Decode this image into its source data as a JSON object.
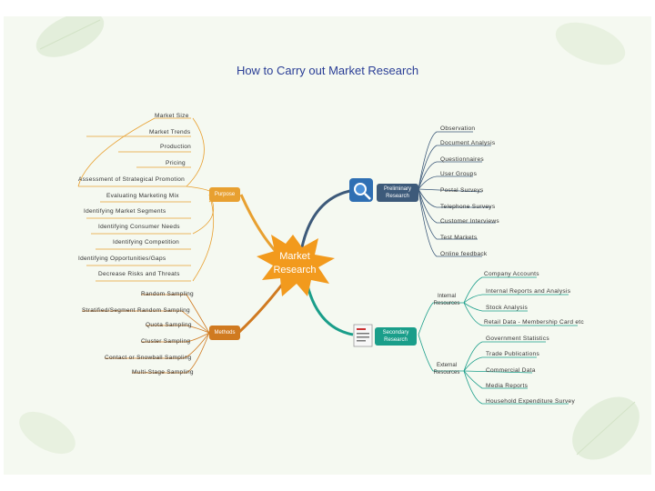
{
  "title": "How to Carry out Market Research",
  "center": "Market Research",
  "branches": {
    "purpose": {
      "label": "Purpose",
      "items": [
        "Market Size",
        "Market Trends",
        "Production",
        "Pricing",
        "Assessment of Strategical Promotion",
        "Evaluating Marketing Mix",
        "Identifying Market Segments",
        "Identifying Consumer Needs",
        "Identifying Competition",
        "Identifying Opportunities/Gaps",
        "Decrease Risks and Threats"
      ]
    },
    "methods": {
      "label": "Methods",
      "items": [
        "Random Sampling",
        "Stratified/Segment Random Sampling",
        "Quota Sampling",
        "Cluster Sampling",
        "Contact or Snowball Sampling",
        "Multi-Stage Sampling"
      ]
    },
    "primary": {
      "label": "Preliminary Research",
      "items": [
        "Observation",
        "Document Analysis",
        "Questionnaires",
        "User Groups",
        "Postal Surveys",
        "Telephone Surveys",
        "Customer Interviews",
        "Test Markets",
        "Online feedback"
      ]
    },
    "secondary": {
      "label": "Secondary Research",
      "internal": {
        "label": "Internal Resources",
        "items": [
          "Company Accounts",
          "Internal Reports and Analysis",
          "Stock Analysis",
          "Retail Data - Membership Card etc"
        ]
      },
      "external": {
        "label": "External Resources",
        "items": [
          "Government Statistics",
          "Trade Publications",
          "Commercial Data",
          "Media Reports",
          "Household Expenditure Survey"
        ]
      }
    }
  },
  "colors": {
    "background": "#f5f9f1",
    "title": "#2a3e96",
    "purpose": "#e8a030",
    "methods": "#d07a20",
    "primary": "#3d5a7a",
    "secondary": "#1a9e8a",
    "center_star": "#f29a1d"
  },
  "icons": [
    "globe-search-icon",
    "document-icon"
  ]
}
